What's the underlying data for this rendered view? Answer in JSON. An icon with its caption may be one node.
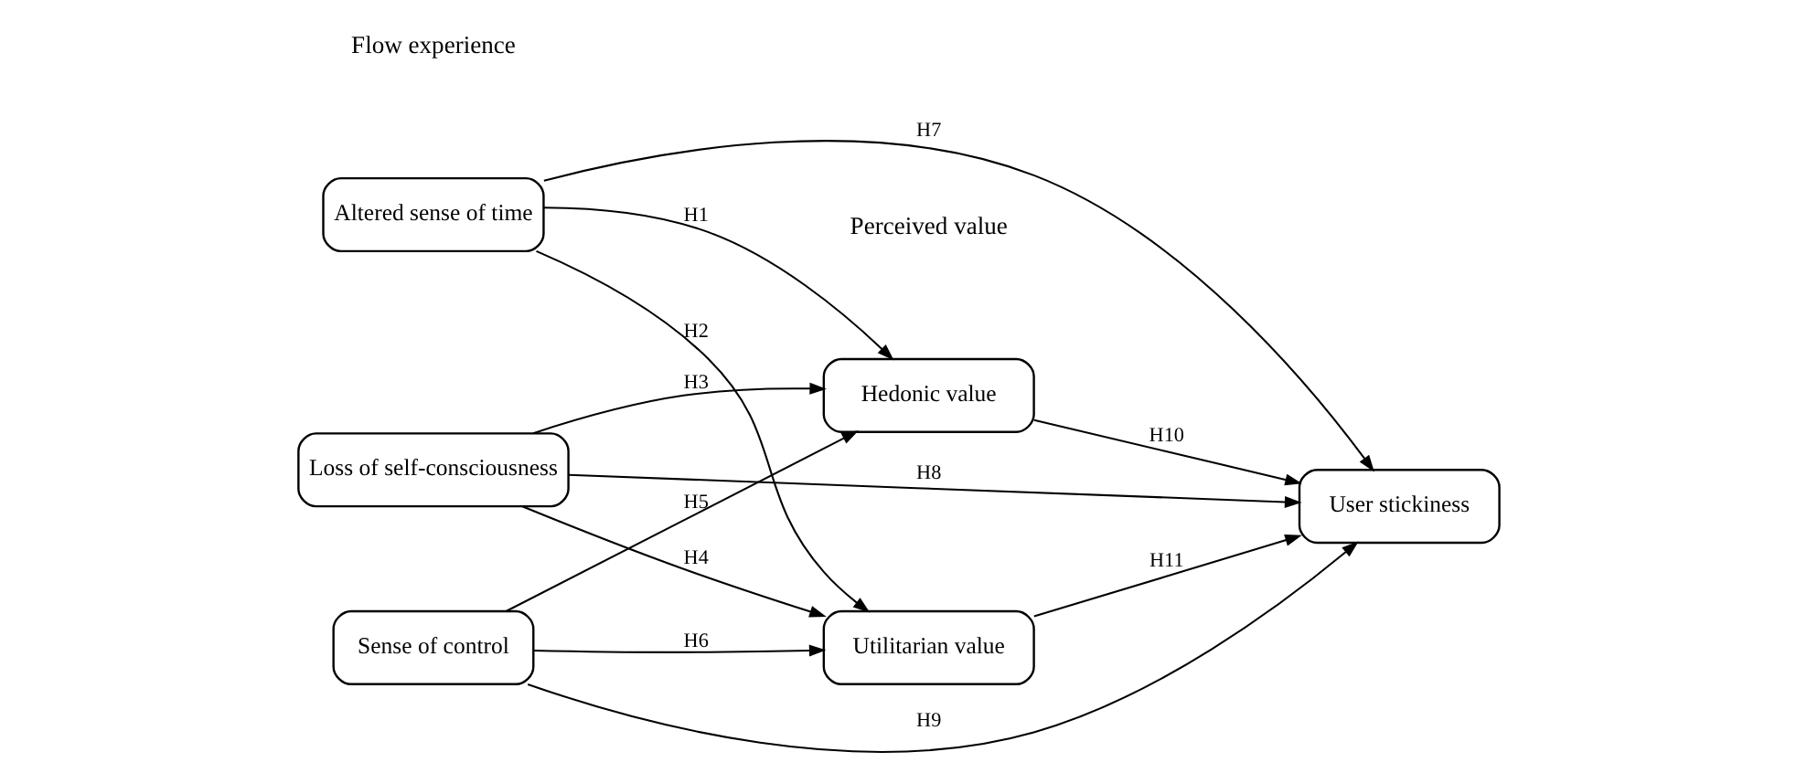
{
  "diagram": {
    "nodes": [
      {
        "text": [
          "Altered sense of time"
        ]
      },
      {
        "text": [
          "Loss of self-consciousness"
        ]
      },
      {
        "text": [
          "Sense of control"
        ]
      },
      {
        "text": [
          "Hedonic value"
        ]
      },
      {
        "text": [
          "Utilitarian value"
        ]
      },
      {
        "text": [
          "User stickiness"
        ]
      }
    ],
    "edges": [
      {
        "from": 0,
        "to": 3,
        "arrow": "to",
        "label": "H1"
      },
      {
        "from": 0,
        "to": 4,
        "arrow": "to",
        "label": "H2"
      },
      {
        "from": 1,
        "to": 3,
        "arrow": "to",
        "label": "H3"
      },
      {
        "from": 1,
        "to": 4,
        "arrow": "to",
        "label": "H4"
      },
      {
        "from": 2,
        "to": 3,
        "arrow": "to",
        "label": "H5"
      },
      {
        "from": 2,
        "to": 4,
        "arrow": "to",
        "label": "H6"
      },
      {
        "from": 0,
        "to": 5,
        "arrow": "to",
        "label": "H7"
      },
      {
        "from": 1,
        "to": 5,
        "arrow": "to",
        "label": "H8"
      },
      {
        "from": 2,
        "to": 5,
        "arrow": "to",
        "label": "H9"
      },
      {
        "from": 3,
        "to": 5,
        "arrow": "to",
        "label": "H10"
      },
      {
        "from": 4,
        "to": 5,
        "arrow": "to",
        "label": "H11"
      }
    ],
    "labels": [
      "Flow experience",
      "Perceived value"
    ]
  }
}
